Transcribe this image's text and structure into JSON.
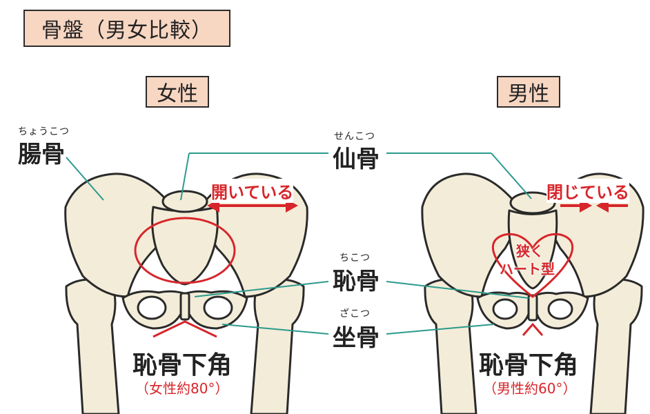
{
  "title": "骨盤（男女比較）",
  "female_heading": "女性",
  "male_heading": "男性",
  "labels": {
    "ilium": {
      "text": "腸骨",
      "ruby": "ちょうこつ"
    },
    "sacrum": {
      "text": "仙骨",
      "ruby": "せんこつ"
    },
    "pubis": {
      "text": "恥骨",
      "ruby": "ちこつ"
    },
    "ischium": {
      "text": "坐骨",
      "ruby": "ざこつ"
    }
  },
  "female": {
    "annotation": "開いている",
    "angle_label": "恥骨下角",
    "angle_value": "（女性約80°）"
  },
  "male": {
    "annotation": "閉じている",
    "heart_line1": "狭く",
    "heart_line2": "ハート型",
    "angle_label": "恥骨下角",
    "angle_value": "（男性約60°）"
  },
  "colors": {
    "bone_fill": "#f3ecd8",
    "outline": "#2a2a2a",
    "accent_red": "#d7262b",
    "leader_teal": "#2a9a8c",
    "box_fill": "#f7d6c2"
  }
}
